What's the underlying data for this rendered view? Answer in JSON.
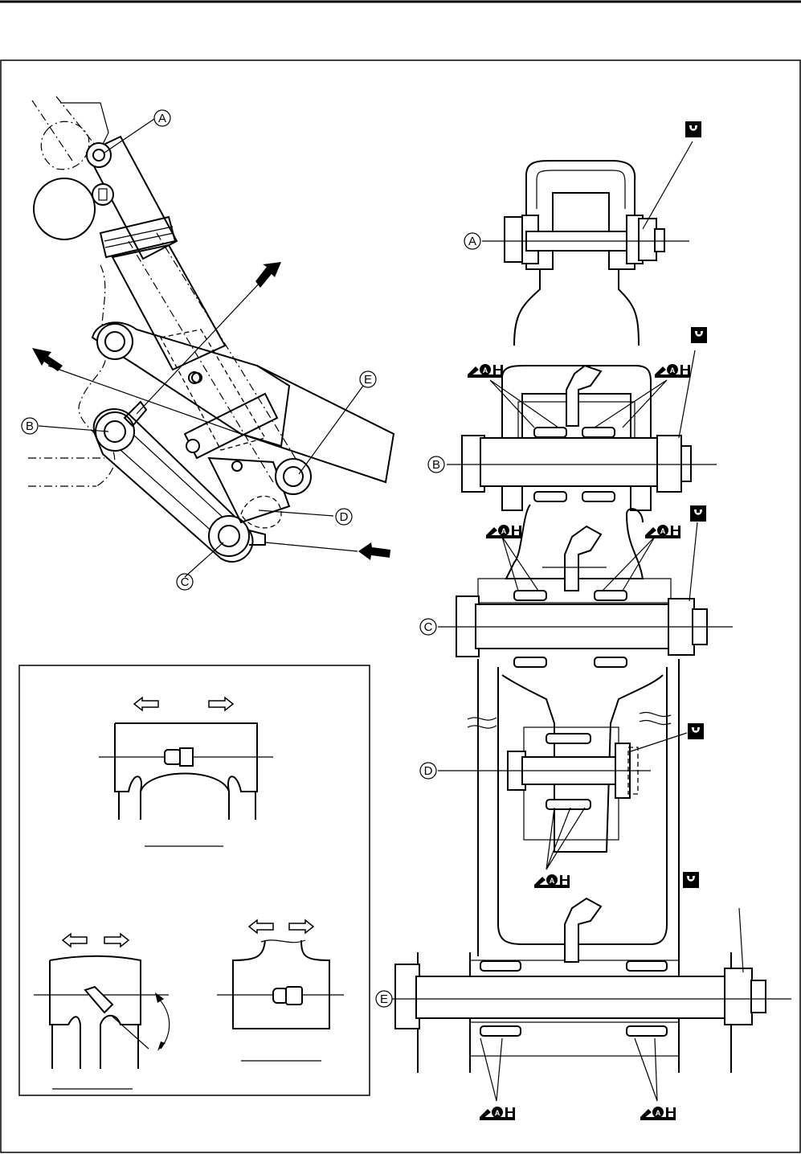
{
  "callouts": {
    "A": "A",
    "B": "B",
    "C": "C",
    "D": "D",
    "E": "E"
  },
  "lube_symbol_letter": "A",
  "icons": {
    "torque_wrench": "torque-wrench-icon",
    "lube_grease": "grease-lube-icon",
    "arrow_direction": "direction-arrow-icon",
    "pointer_arrow": "pointer-arrow-icon"
  },
  "colors": {
    "ink": "#000000",
    "paper": "#ffffff"
  }
}
